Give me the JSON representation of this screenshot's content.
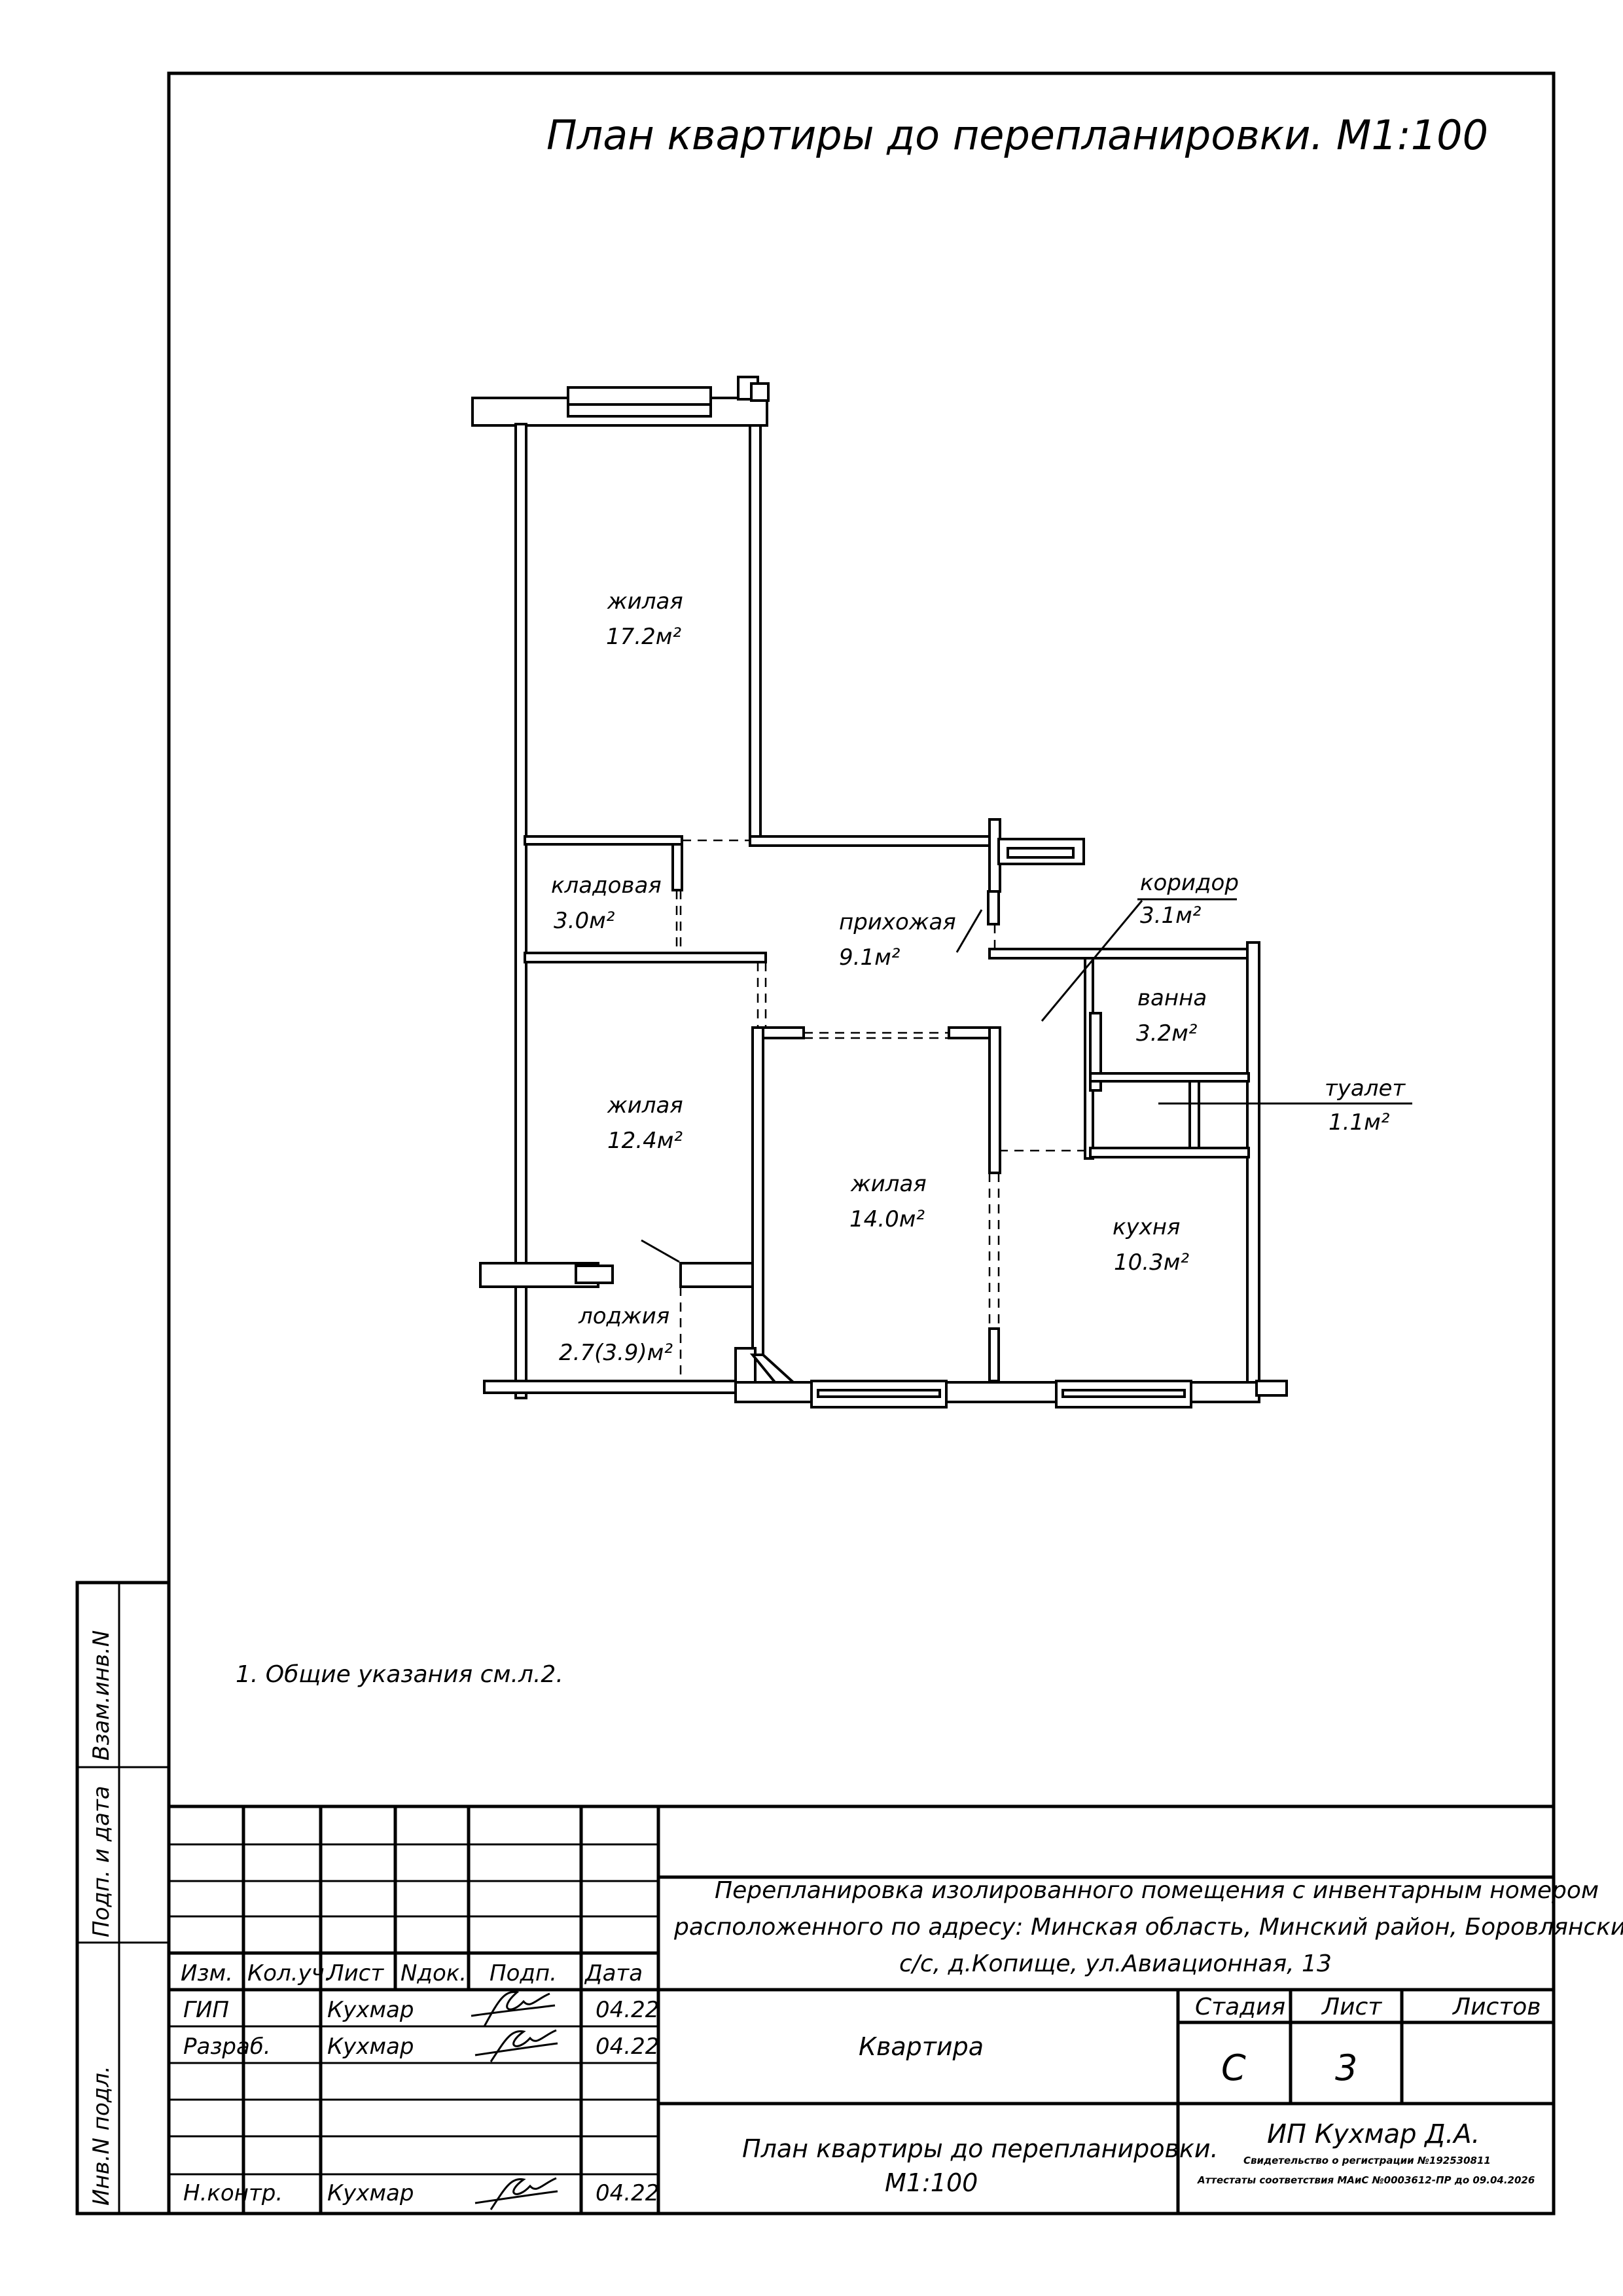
{
  "title": "План квартиры до перепланировки. М1:100",
  "rooms": [
    {
      "name": "жилая",
      "area": "17.2м²"
    },
    {
      "name": "кладовая",
      "area": "3.0м²"
    },
    {
      "name": "прихожая",
      "area": "9.1м²"
    },
    {
      "name": "коридор",
      "area": "3.1м²"
    },
    {
      "name": "ванна",
      "area": "3.2м²"
    },
    {
      "name": "туалет",
      "area": "1.1м²"
    },
    {
      "name": "жилая",
      "area": "12.4м²"
    },
    {
      "name": "жилая",
      "area": "14.0м²"
    },
    {
      "name": "кухня",
      "area": "10.3м²"
    },
    {
      "name": "лоджия",
      "area": "2.7(3.9)м²"
    }
  ],
  "note": "1. Общие указания см.л.2.",
  "side_labels": [
    "Взам.инв.N",
    "Подп. и дата",
    "Инв.N подл."
  ],
  "stamp": {
    "headers": [
      "Изм.",
      "Кол.уч.",
      "Лист",
      "Nдок.",
      "Подп.",
      "Дата"
    ],
    "project_lines": [
      "Перепланировка изолированного помещения с инвентарным номером",
      "расположенного по адресу: Минская область, Минский район, Боровлянский",
      "с/с, д.Копище, ул.Авиационная, 13"
    ],
    "rows": [
      {
        "role": "ГИП",
        "name": "Кухмар",
        "date": "04.22"
      },
      {
        "role": "Разраб.",
        "name": "Кухмар",
        "date": "04.22"
      },
      {
        "role": "Н.контр.",
        "name": "Кухмар",
        "date": "04.22"
      }
    ],
    "object": "Квартира",
    "sheet_title_lines": [
      "План квартиры до перепланировки.",
      "М1:100"
    ],
    "stage_header": "Стадия",
    "sheet_header": "Лист",
    "sheets_header": "Листов",
    "stage": "С",
    "sheet": "3",
    "sheets": "",
    "company": "ИП Кухмар Д.А.",
    "cert_lines": [
      "Свидетельство о регистрации №192530811",
      "Аттестаты соответствия МАиС №0003612-ПР до 09.04.2026"
    ]
  }
}
